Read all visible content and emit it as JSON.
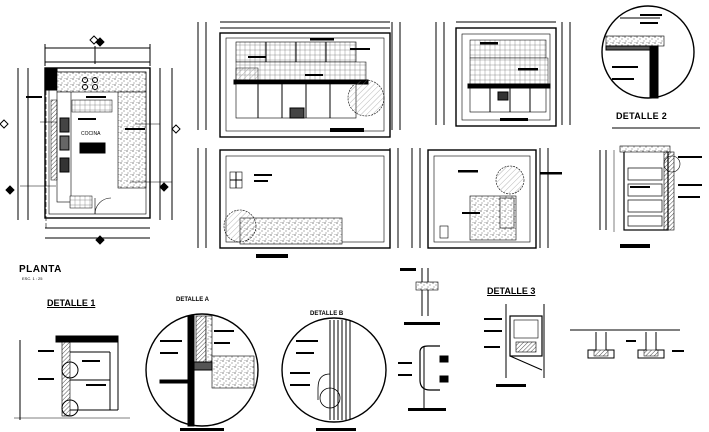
{
  "labels": {
    "planta": "PLANTA",
    "planta_scale": "ESC. 1 : 25",
    "detalle_1": "DETALLE 1",
    "detalle_a": "DETALLE A",
    "detalle_b": "DETALLE B",
    "detalle_2": "DETALLE 2",
    "detalle_3": "DETALLE 3",
    "cocina": "COCINA"
  },
  "colors": {
    "line": "#000000",
    "background": "#ffffff",
    "hatch": "#555555"
  }
}
